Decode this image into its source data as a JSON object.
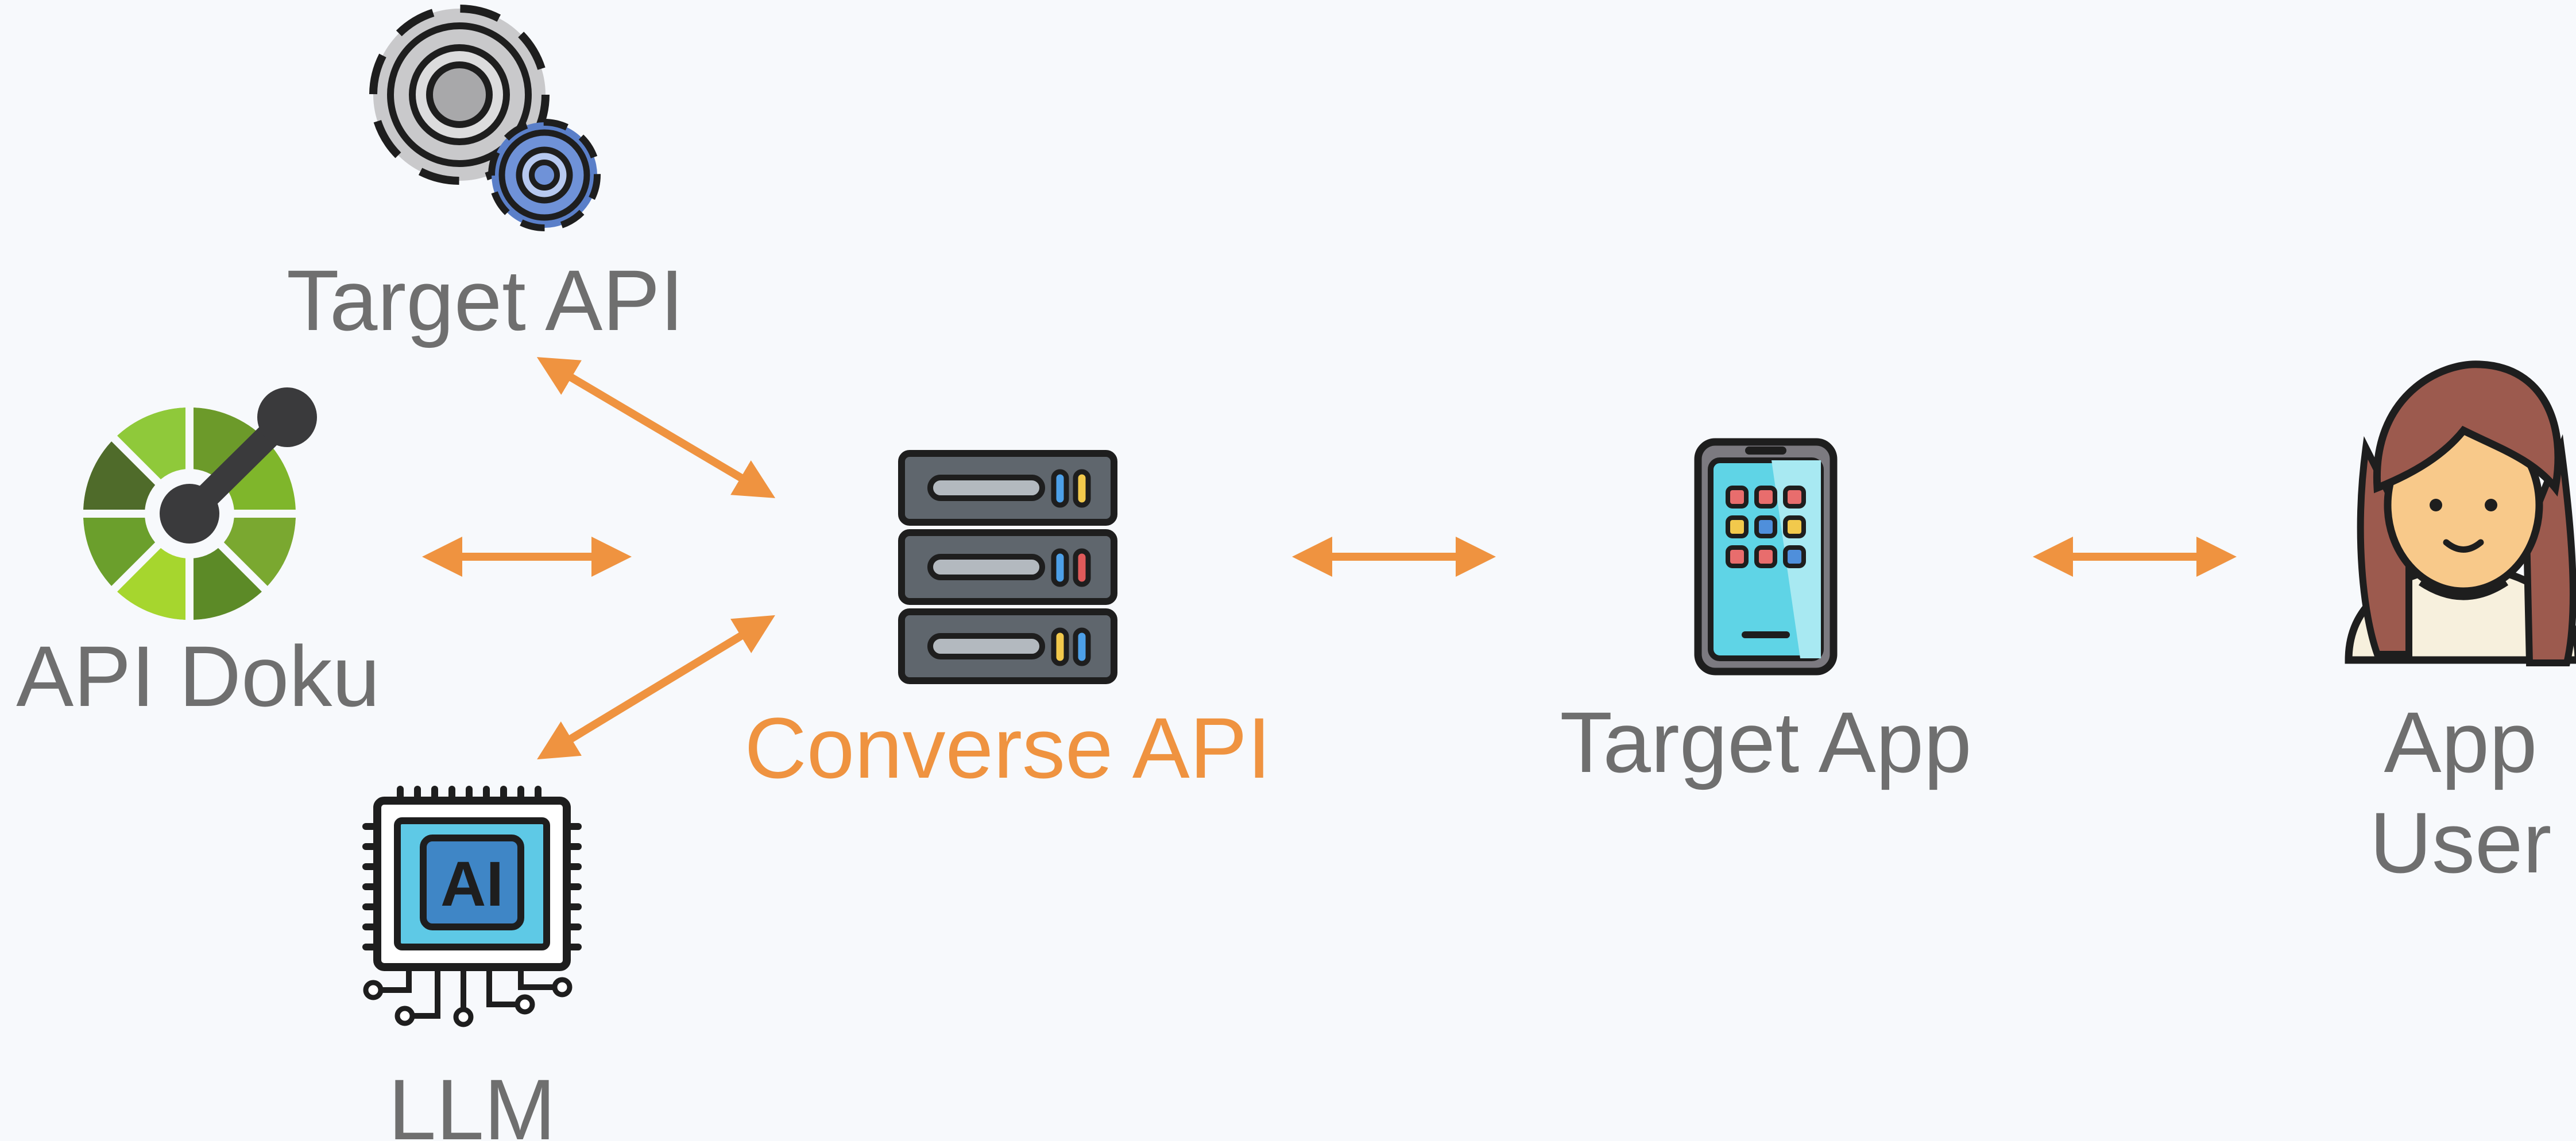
{
  "nodes": {
    "target_api": {
      "label": "Target API",
      "icon": "gears-icon"
    },
    "api_doku": {
      "label": "API Doku",
      "icon": "openapi-logo-icon"
    },
    "llm": {
      "label": "LLM",
      "icon": "ai-chip-icon"
    },
    "converse_api": {
      "label": "Converse API",
      "icon": "server-icon"
    },
    "target_app": {
      "label": "Target App",
      "icon": "smartphone-icon"
    },
    "app_user": {
      "label_line1": "App",
      "label_line2": "User",
      "icon": "user-avatar-icon"
    }
  },
  "colors": {
    "background": "#f7f9fc",
    "arrow": "#ef9340",
    "label": "#6f6f6f",
    "accent_label": "#ef9340"
  }
}
